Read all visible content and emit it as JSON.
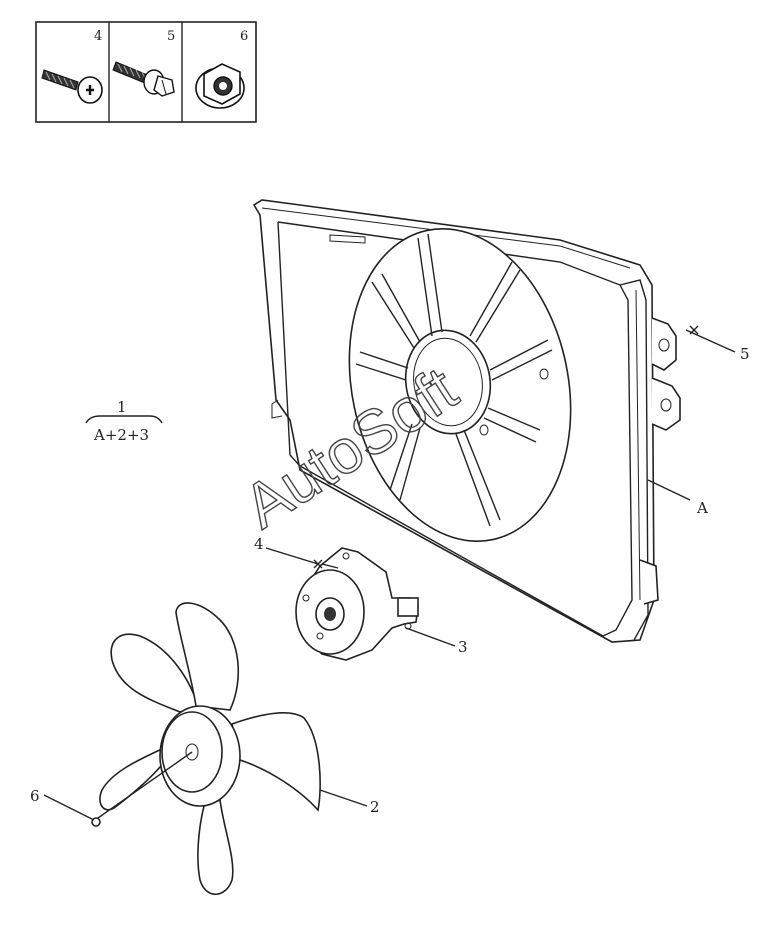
{
  "hardware_box": {
    "items": [
      {
        "num": "4",
        "icon": "bolt-phillips-icon"
      },
      {
        "num": "5",
        "icon": "flange-bolt-icon"
      },
      {
        "num": "6",
        "icon": "flange-nut-icon"
      }
    ]
  },
  "assembly": {
    "number": "1",
    "formula": "A+2+3"
  },
  "callouts": {
    "shroud": "A",
    "shroud_bolt": "5",
    "motor": "3",
    "motor_bolt": "4",
    "fan_blade": "2",
    "fan_nut": "6"
  },
  "watermark": "AutoSoft"
}
